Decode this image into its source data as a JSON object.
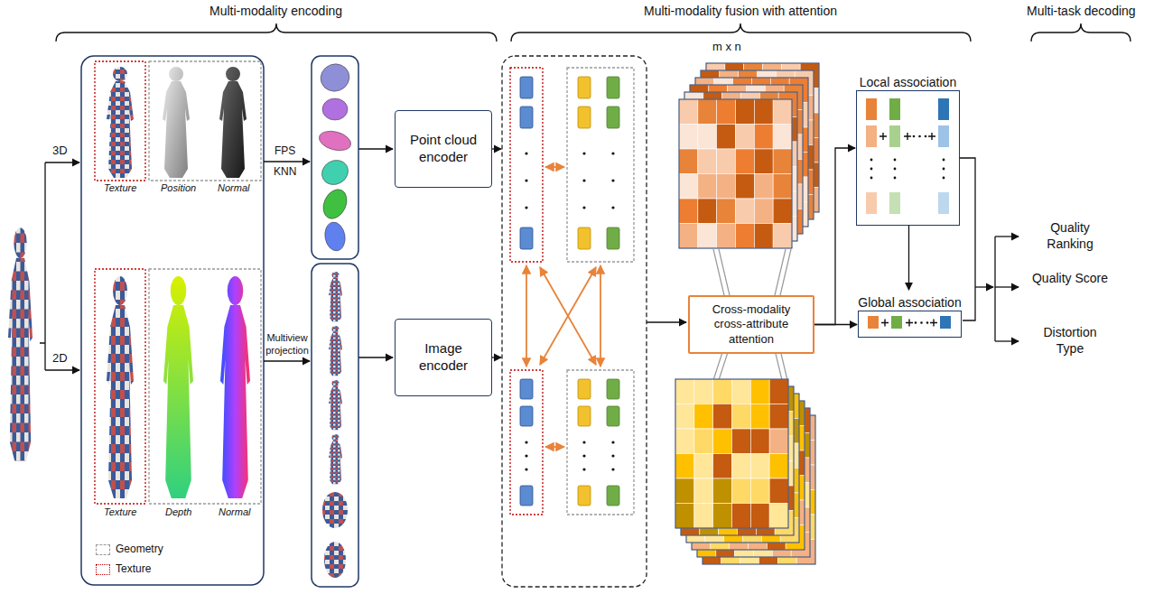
{
  "diagram": {
    "nodes": [
      {
        "text": [
          "Point cloud encoder"
        ]
      },
      {
        "text": [
          "Image encoder"
        ]
      },
      {
        "text": [
          "Cross-modality cross-attribute attention"
        ]
      },
      {
        "text": [
          "Local association"
        ]
      },
      {
        "text": [
          "Global association"
        ]
      }
    ],
    "edges": [
      {
        "from": 2,
        "to": 3,
        "arrow": "to"
      },
      {
        "from": 2,
        "to": 4,
        "arrow": "to"
      },
      {
        "from": 3,
        "to": 4,
        "arrow": "to"
      }
    ],
    "labels": [
      "Multi-modality encoding",
      "Multi-modality fusion with attention",
      "Multi-task decoding",
      "3D",
      "2D",
      "Texture",
      "Position",
      "Normal",
      "Texture",
      "Depth",
      "Normal",
      "FPS",
      "KNN",
      "Multiview projection",
      "m x n",
      "Quality Ranking",
      "Quality Score",
      "Distortion Type"
    ],
    "legend": [
      {
        "text": "Geometry"
      },
      {
        "text": "Texture"
      }
    ]
  }
}
